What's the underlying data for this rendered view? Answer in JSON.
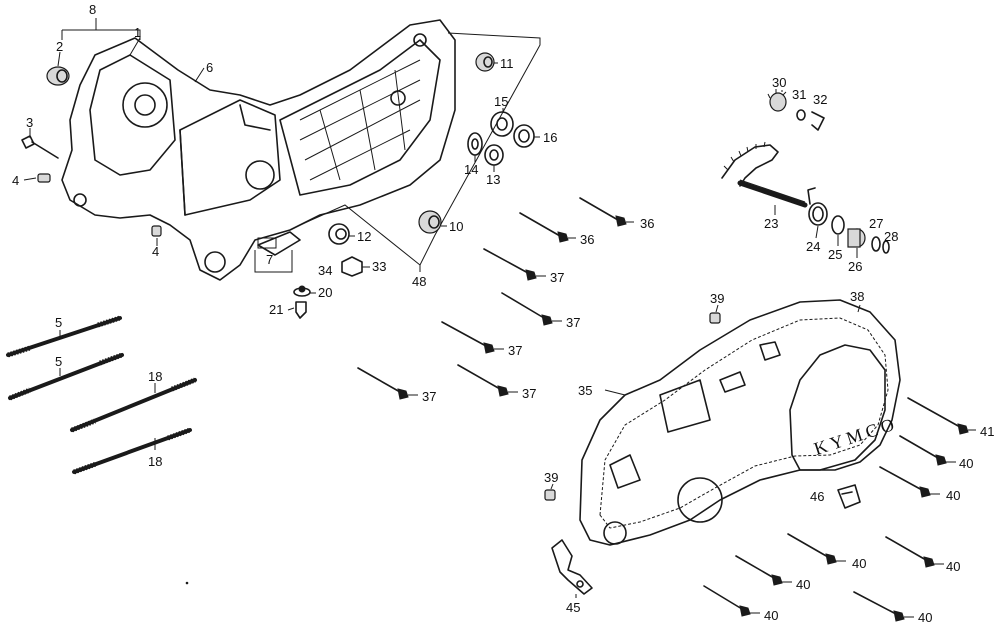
{
  "diagram": {
    "labels": {
      "p1": "1",
      "p2": "2",
      "p3": "3",
      "p4a": "4",
      "p4b": "4",
      "p5a": "5",
      "p5b": "5",
      "p6": "6",
      "p7": "7",
      "p8": "8",
      "p10": "10",
      "p11": "11",
      "p12": "12",
      "p13": "13",
      "p14": "14",
      "p15": "15",
      "p16": "16",
      "p18a": "18",
      "p18b": "18",
      "p20": "20",
      "p21": "21",
      "p23": "23",
      "p24": "24",
      "p25": "25",
      "p26": "26",
      "p27": "27",
      "p28": "28",
      "p30": "30",
      "p31": "31",
      "p32": "32",
      "p33": "33",
      "p34": "34",
      "p35": "35",
      "p36a": "36",
      "p36b": "36",
      "p37a": "37",
      "p37b": "37",
      "p37c": "37",
      "p37d": "37",
      "p37e": "37",
      "p38": "38",
      "p39a": "39",
      "p39b": "39",
      "p40a": "40",
      "p40b": "40",
      "p40c": "40",
      "p40d": "40",
      "p40e": "40",
      "p40f": "40",
      "p40g": "40",
      "p41": "41",
      "p45": "45",
      "p46": "46",
      "p48": "48"
    },
    "cover_brand": "KYMCO"
  }
}
